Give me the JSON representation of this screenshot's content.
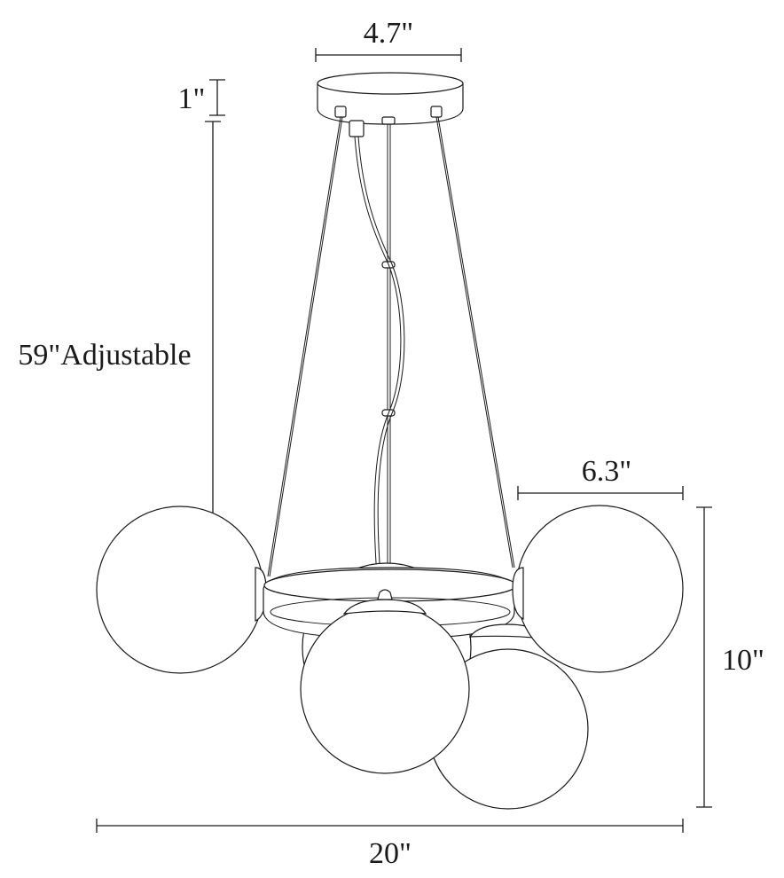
{
  "dimensions": {
    "canopy_width": "4.7\"",
    "canopy_height": "1\"",
    "drop_length": "59\"Adjustable",
    "globe_diameter": "6.3\"",
    "fixture_height": "10\"",
    "overall_width": "20\""
  }
}
